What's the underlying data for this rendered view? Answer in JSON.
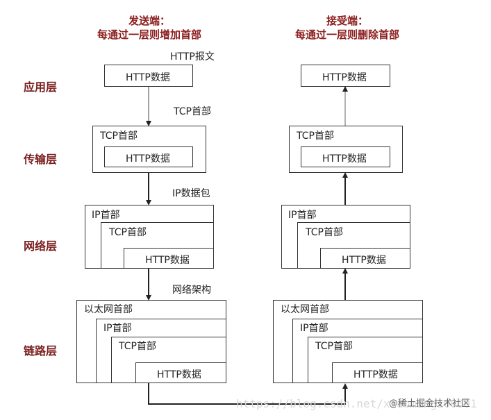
{
  "sender": {
    "line1": "发送端：",
    "line2": "每通过一层则增加首部"
  },
  "receiver": {
    "line1": "接受端：",
    "line2": "每通过一层则删除首部"
  },
  "layers": {
    "application": "应用层",
    "transport": "传输层",
    "network": "网络层",
    "link": "链路层"
  },
  "captions": {
    "http_message": "HTTP报文",
    "tcp_header": "TCP首部",
    "ip_packet": "IP数据包",
    "network_frame": "网络架构"
  },
  "labels": {
    "http_data": "HTTP数据",
    "tcp_header": "TCP首部",
    "ip_header": "IP首部",
    "ethernet_header": "以太网首部"
  },
  "watermark": "https://blog.csdn.net/xiaoming100001",
  "brand": "@稀土掘金技术社区"
}
